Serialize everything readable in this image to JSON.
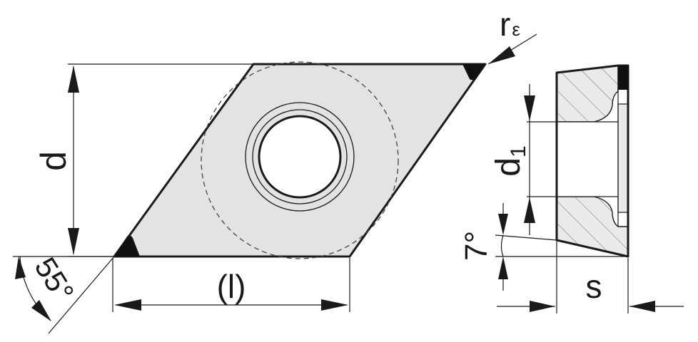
{
  "labels": {
    "d": "d",
    "l": "(l)",
    "angle": "55°",
    "radius": "r",
    "radius_sub": "ε",
    "d1": "d",
    "d1_sub": "1",
    "relief": "7°",
    "s": "s"
  },
  "colors": {
    "insert_fill": "#e2e3e4",
    "section_fill": "#e9eaeb",
    "line": "#1a1a1a",
    "tip": "#111111",
    "background": "#ffffff"
  }
}
